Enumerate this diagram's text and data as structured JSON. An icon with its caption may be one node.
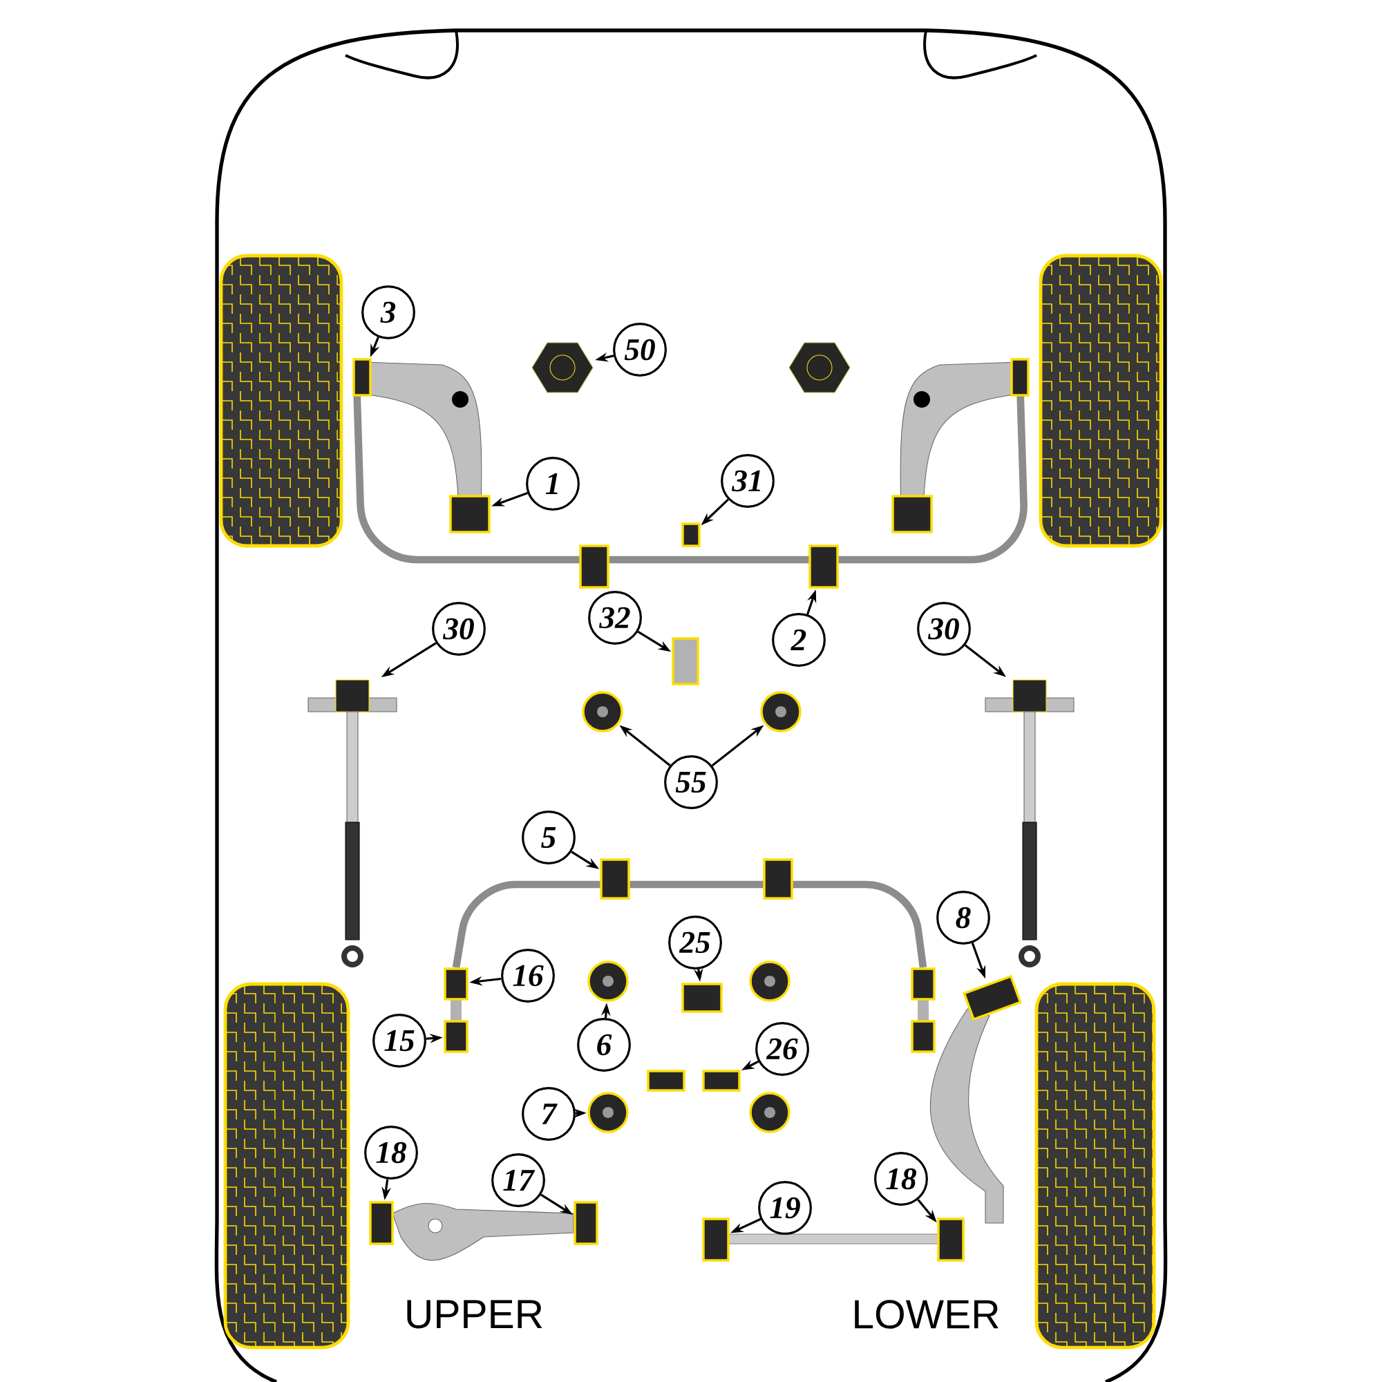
{
  "diagram": {
    "nodes": [
      {
        "text": [
          "3"
        ]
      },
      {
        "text": [
          "50"
        ]
      },
      {
        "text": [
          "1"
        ]
      },
      {
        "text": [
          "31"
        ]
      },
      {
        "text": [
          "32"
        ]
      },
      {
        "text": [
          "2"
        ]
      },
      {
        "text": [
          "30"
        ]
      },
      {
        "text": [
          "30"
        ]
      },
      {
        "text": [
          "55"
        ]
      },
      {
        "text": [
          "5"
        ]
      },
      {
        "text": [
          "8"
        ]
      },
      {
        "text": [
          "16"
        ]
      },
      {
        "text": [
          "25"
        ]
      },
      {
        "text": [
          "15"
        ]
      },
      {
        "text": [
          "6"
        ]
      },
      {
        "text": [
          "26"
        ]
      },
      {
        "text": [
          "7"
        ]
      },
      {
        "text": [
          "18"
        ]
      },
      {
        "text": [
          "17"
        ]
      },
      {
        "text": [
          "19"
        ]
      },
      {
        "text": [
          "18"
        ]
      },
      {
        "text": [],
        "shape": "box"
      },
      {
        "text": [],
        "shape": "picture"
      },
      {
        "text": [],
        "shape": "box"
      },
      {
        "text": [],
        "shape": "box"
      },
      {
        "text": [],
        "shape": "box"
      },
      {
        "text": [],
        "shape": "box"
      },
      {
        "text": [],
        "shape": "picture"
      },
      {
        "text": [],
        "shape": "picture"
      },
      {
        "text": [],
        "shape": "circle"
      },
      {
        "text": [],
        "shape": "circle"
      },
      {
        "text": [],
        "shape": "box"
      },
      {
        "text": [],
        "shape": "box"
      },
      {
        "text": [],
        "shape": "box"
      },
      {
        "text": [],
        "shape": "box"
      },
      {
        "text": [],
        "shape": "box"
      },
      {
        "text": [],
        "shape": "circle"
      },
      {
        "text": [],
        "shape": "box"
      },
      {
        "text": [],
        "shape": "circle"
      },
      {
        "text": [],
        "shape": "box"
      },
      {
        "text": [],
        "shape": "box"
      },
      {
        "text": [],
        "shape": "box"
      },
      {
        "text": [],
        "shape": "box"
      },
      {
        "text": [],
        "shape": "picture"
      },
      {
        "text": [],
        "shape": "circle"
      },
      {
        "text": [],
        "shape": "box"
      },
      {
        "text": [],
        "shape": "circle"
      }
    ],
    "edges": [
      {
        "from": 0,
        "to": 21,
        "arrow": "to"
      },
      {
        "from": 1,
        "to": 22,
        "arrow": "to"
      },
      {
        "from": 2,
        "to": 23,
        "arrow": "to"
      },
      {
        "from": 3,
        "to": 24,
        "arrow": "to"
      },
      {
        "from": 4,
        "to": 25,
        "arrow": "to"
      },
      {
        "from": 5,
        "to": 26,
        "arrow": "to"
      },
      {
        "from": 6,
        "to": 27,
        "arrow": "to"
      },
      {
        "from": 7,
        "to": 28,
        "arrow": "to"
      },
      {
        "from": 8,
        "to": 29,
        "arrow": "to"
      },
      {
        "from": 8,
        "to": 30,
        "arrow": "to"
      },
      {
        "from": 9,
        "to": 31,
        "arrow": "to"
      },
      {
        "from": 10,
        "to": 32,
        "arrow": "to"
      },
      {
        "from": 11,
        "to": 33,
        "arrow": "to"
      },
      {
        "from": 12,
        "to": 34,
        "arrow": "to"
      },
      {
        "from": 13,
        "to": 35,
        "arrow": "to"
      },
      {
        "from": 14,
        "to": 36,
        "arrow": "to"
      },
      {
        "from": 15,
        "to": 37,
        "arrow": "to"
      },
      {
        "from": 16,
        "to": 38,
        "arrow": "to"
      },
      {
        "from": 17,
        "to": 39,
        "arrow": "to"
      },
      {
        "from": 18,
        "to": 40,
        "arrow": "to"
      },
      {
        "from": 19,
        "to": 41,
        "arrow": "to"
      },
      {
        "from": 20,
        "to": 42,
        "arrow": "to"
      }
    ],
    "labels": [
      "UPPER",
      "LOWER"
    ]
  }
}
